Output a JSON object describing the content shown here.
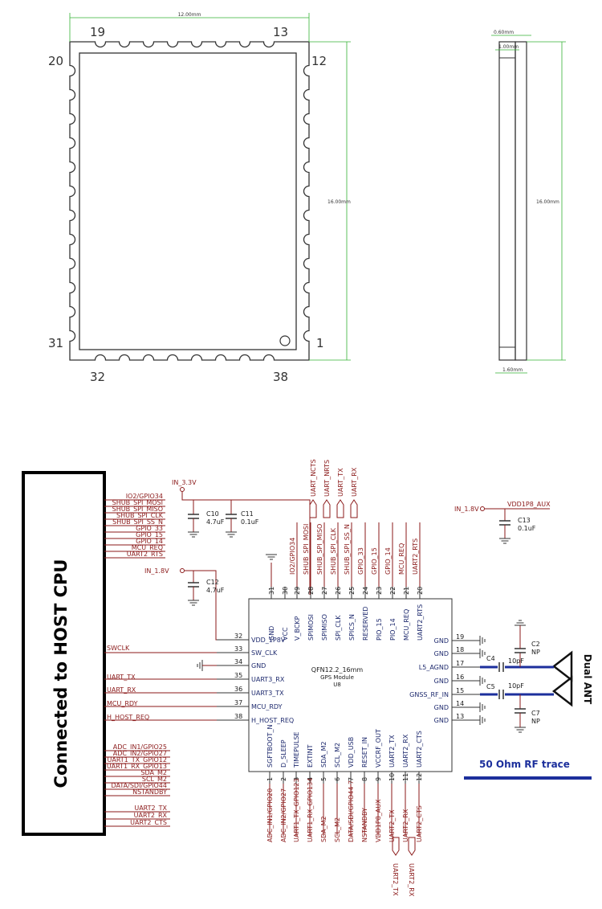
{
  "package": {
    "top_corners": [
      "19",
      "13"
    ],
    "left_corners": [
      "20",
      "31"
    ],
    "right_corners": [
      "12",
      "1"
    ],
    "bottom_corners": [
      "32",
      "38"
    ],
    "width_dim": "12.00mm",
    "height_dim": "16.00mm",
    "side_dim_top_outer": "0.60mm",
    "side_dim_top_inner": "1.00mm",
    "side_dim_bottom": "1.60mm",
    "side_height_dim": "16.00mm"
  },
  "host": {
    "label": "Connected to HOST CPU",
    "left_nets_top": [
      "IO2/GPIO34",
      "SHUB_SPI_MOSI",
      "SHUB_SPI_MISO",
      "SHUB_SPI_CLK",
      "SHUB_SPI_SS_N",
      "GPIO_33",
      "GPIO_15",
      "GPIO_14",
      "MCU_REQ",
      "UART2_RTS"
    ],
    "left_nets_mid": [
      "SWCLK",
      "UART_TX",
      "UART_RX",
      "MCU_RDY",
      "H_HOST_REQ"
    ],
    "left_nets_bottom": [
      "ADC_IN1/GPIO25",
      "ADC_IN2/GPIO27",
      "UART1_TX_GPIO12",
      "UART1_RX_GPIO13",
      "SDA_M2",
      "SCL_M2",
      "DATA/SDI/GPIO44",
      "NSTANDBY",
      "UART2_TX",
      "UART2_RX",
      "UART2_CTS"
    ]
  },
  "power": {
    "in33": "IN_3.3V",
    "in18": "IN_1.8V",
    "in18b": "IN_1.8V",
    "vdd_aux": "VDD1P8_AUX"
  },
  "caps": {
    "c10": {
      "ref": "C10",
      "val": "4.7uF"
    },
    "c11": {
      "ref": "C11",
      "val": "0.1uF"
    },
    "c12": {
      "ref": "C12",
      "val": "4.7uF"
    },
    "c13": {
      "ref": "C13",
      "val": "0.1uF"
    },
    "c2": {
      "ref": "C2",
      "val": "NP"
    },
    "c4": {
      "ref": "C4",
      "val": "10pF"
    },
    "c5": {
      "ref": "C5",
      "val": "10pF"
    },
    "c7": {
      "ref": "C7",
      "val": "NP"
    }
  },
  "ic": {
    "name": "QFN12.2_16mm",
    "desc": "GPS Module",
    "ref": "U8",
    "top_pins": [
      {
        "num": "31",
        "name": "GND"
      },
      {
        "num": "30",
        "name": "VCC"
      },
      {
        "num": "29",
        "name": "V_BCKP"
      },
      {
        "num": "28",
        "name": "SPIMOSI"
      },
      {
        "num": "27",
        "name": "SPIMISO"
      },
      {
        "num": "26",
        "name": "SPI_CLK"
      },
      {
        "num": "25",
        "name": "SPICS_N"
      },
      {
        "num": "24",
        "name": "RESERVED"
      },
      {
        "num": "23",
        "name": "PIO_15"
      },
      {
        "num": "22",
        "name": "PIO_14"
      },
      {
        "num": "21",
        "name": "MCU_REQ"
      },
      {
        "num": "20",
        "name": "UART2_RTS"
      }
    ],
    "top_nets": [
      "",
      "",
      "IO2/GPIO34",
      "SHUB_SPI_MOSI",
      "SHUB_SPI_MISO",
      "SHUB_SPI_CLK",
      "SHUB_SPI_SS_N",
      "GPIO_33",
      "GPIO_15",
      "GPIO_14",
      "MCU_REQ",
      "UART2_RTS"
    ],
    "top_ports": [
      "UART_NCTS",
      "UART_NRTS",
      "UART_TX",
      "UART_RX"
    ],
    "left_pins": [
      {
        "num": "32",
        "name": "VDD_1P8V"
      },
      {
        "num": "33",
        "name": "SW_CLK"
      },
      {
        "num": "34",
        "name": "GND"
      },
      {
        "num": "35",
        "name": "UART3_RX"
      },
      {
        "num": "36",
        "name": "UART3_TX"
      },
      {
        "num": "37",
        "name": "MCU_RDY"
      },
      {
        "num": "38",
        "name": "H_HOST_REQ"
      }
    ],
    "right_pins": [
      {
        "num": "19",
        "name": "GND"
      },
      {
        "num": "18",
        "name": "GND"
      },
      {
        "num": "17",
        "name": "L5_AGND"
      },
      {
        "num": "16",
        "name": "GND"
      },
      {
        "num": "15",
        "name": "GNSS_RF_IN"
      },
      {
        "num": "14",
        "name": "GND"
      },
      {
        "num": "13",
        "name": "GND"
      }
    ],
    "bottom_pins": [
      {
        "num": "1",
        "name": "SGFTBOOT_N"
      },
      {
        "num": "2",
        "name": "D_SLEEP"
      },
      {
        "num": "3",
        "name": "TIMEPULSE"
      },
      {
        "num": "4",
        "name": "EXTINT"
      },
      {
        "num": "5",
        "name": "SDA_M2"
      },
      {
        "num": "6",
        "name": "SCL_M2"
      },
      {
        "num": "7",
        "name": "VDD_USB"
      },
      {
        "num": "8",
        "name": "RESET_IN"
      },
      {
        "num": "9",
        "name": "VCCRF_OUT"
      },
      {
        "num": "10",
        "name": "UART2_TX"
      },
      {
        "num": "11",
        "name": "UART2_RX"
      },
      {
        "num": "12",
        "name": "UART2_CTS"
      }
    ],
    "bottom_nets": [
      "ADC_IN1/GPIO20",
      "ADC_IN2/GPIO27",
      "UART1_TX_GPIO123",
      "UART1_RX_GPIO134",
      "SDA_M2",
      "SCL_M2",
      "DATA/SDI/GPIO44 7",
      "NSTANDBY",
      "VDD1P8_AUX",
      "UART2_TX",
      "UART2_RX",
      "UART2_CTS"
    ],
    "bottom_ports": [
      "UART2_TX",
      "UART2_RX"
    ]
  },
  "rf": {
    "antenna_label": "Dual ANT",
    "trace_label": "50 Ohm RF trace"
  },
  "colors": {
    "wire": "#8b1a1a",
    "pin_label": "#1e2a6e",
    "dimension": "#35b335",
    "trace": "#1c2f9c"
  }
}
